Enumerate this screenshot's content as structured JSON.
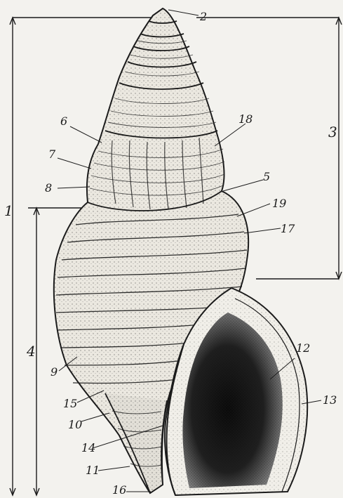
{
  "figure": {
    "labels": {
      "l1": "1",
      "l2": "2",
      "l3": "3",
      "l4": "4",
      "l5": "5",
      "l6": "6",
      "l7": "7",
      "l8": "8",
      "l9": "9",
      "l10": "10",
      "l11": "11",
      "l12": "12",
      "l13": "13",
      "l14": "14",
      "l15": "15",
      "l16": "16",
      "l17": "17",
      "l18": "18",
      "l19": "19"
    },
    "colors": {
      "ink": "#1b1b1b",
      "paper": "#f3f2ee",
      "aperture_dark": "#111111",
      "shell_shade": "#d9d6cf"
    }
  }
}
